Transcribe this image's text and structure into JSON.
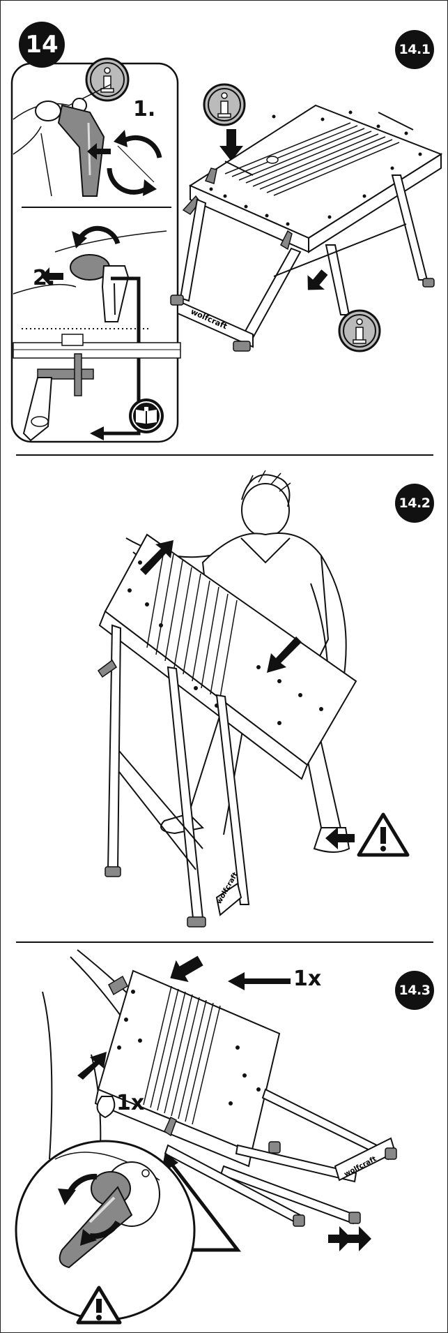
{
  "step": {
    "number": "14"
  },
  "panels": [
    {
      "id": "14.1",
      "badge": "14.1",
      "inset_labels": [
        "1.",
        "2."
      ]
    },
    {
      "id": "14.2",
      "badge": "14.2"
    },
    {
      "id": "14.3",
      "badge": "14.3",
      "repeat_labels": [
        "1x",
        "1x"
      ]
    }
  ],
  "brand": {
    "logo_text": "wolfcraft"
  },
  "icons": {
    "info": "info-icon",
    "manual": "manual-book-icon",
    "warning": "warning-icon"
  }
}
